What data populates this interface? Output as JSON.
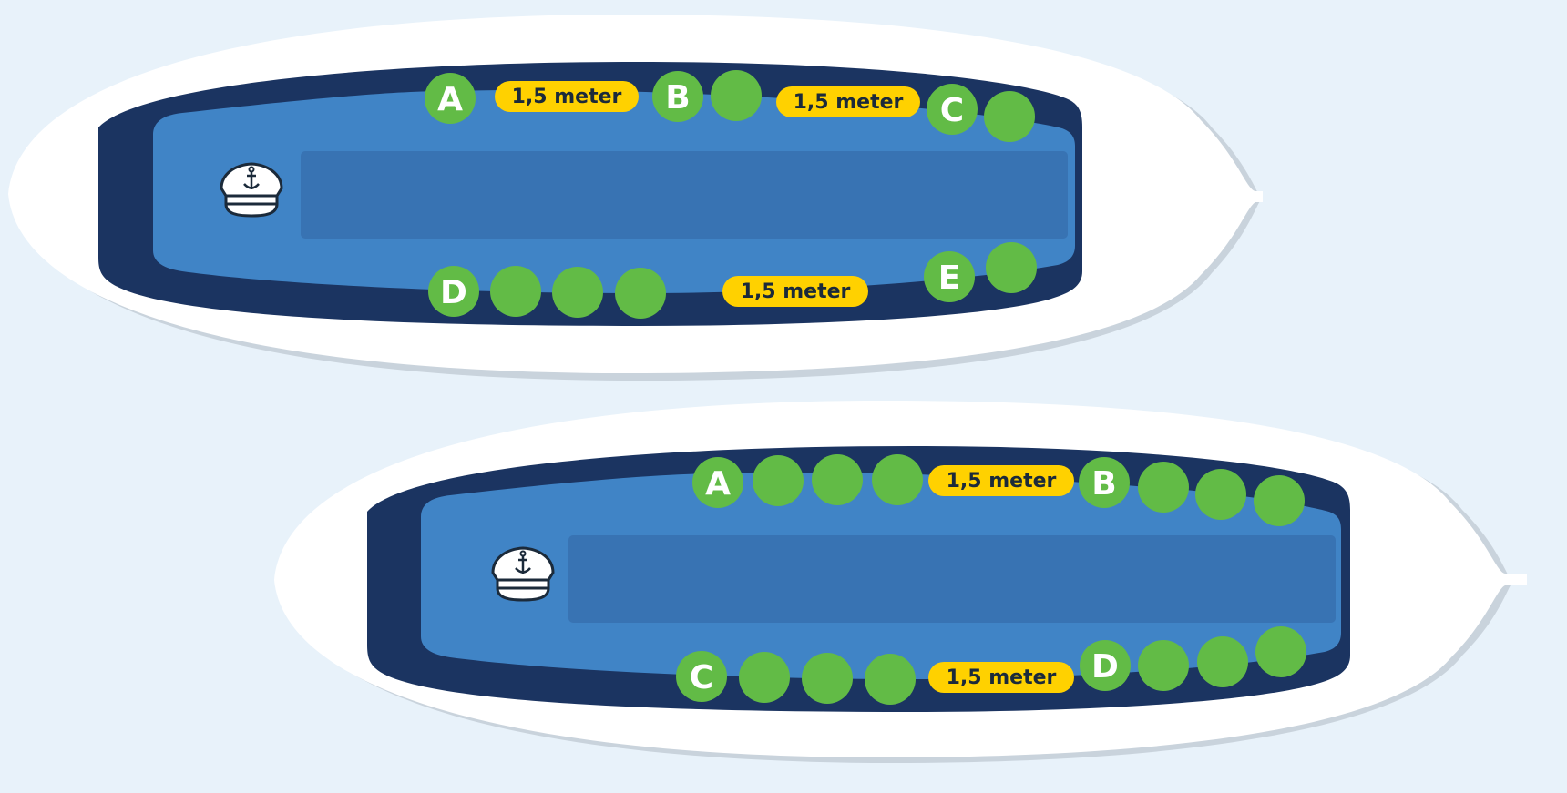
{
  "colors": {
    "background": "#e8f2fa",
    "hull": "#ffffff",
    "hull_shadow": "#c9d3dc",
    "deck_dark": "#1b3461",
    "deck_light": "#4084c6",
    "bench": "#3873b3",
    "seat_green": "#62bb46",
    "distance_yellow": "#ffd100",
    "distance_text": "#1b2a3a",
    "letter_text": "#ffffff"
  },
  "boats": [
    {
      "captain_icon": "captain-hat-anchor-icon",
      "top_row": [
        {
          "type": "seat",
          "letter": "A"
        },
        {
          "type": "distance",
          "label": "1,5 meter"
        },
        {
          "type": "seat",
          "letter": "B"
        },
        {
          "type": "seat",
          "letter": ""
        },
        {
          "type": "distance",
          "label": "1,5 meter"
        },
        {
          "type": "seat",
          "letter": "C"
        },
        {
          "type": "seat",
          "letter": ""
        }
      ],
      "bottom_row": [
        {
          "type": "seat",
          "letter": "D"
        },
        {
          "type": "seat",
          "letter": ""
        },
        {
          "type": "seat",
          "letter": ""
        },
        {
          "type": "seat",
          "letter": ""
        },
        {
          "type": "distance",
          "label": "1,5 meter"
        },
        {
          "type": "seat",
          "letter": "E"
        },
        {
          "type": "seat",
          "letter": ""
        }
      ]
    },
    {
      "captain_icon": "captain-hat-anchor-icon",
      "top_row": [
        {
          "type": "seat",
          "letter": "A"
        },
        {
          "type": "seat",
          "letter": ""
        },
        {
          "type": "seat",
          "letter": ""
        },
        {
          "type": "seat",
          "letter": ""
        },
        {
          "type": "distance",
          "label": "1,5 meter"
        },
        {
          "type": "seat",
          "letter": "B"
        },
        {
          "type": "seat",
          "letter": ""
        },
        {
          "type": "seat",
          "letter": ""
        },
        {
          "type": "seat",
          "letter": ""
        }
      ],
      "bottom_row": [
        {
          "type": "seat",
          "letter": "C"
        },
        {
          "type": "seat",
          "letter": ""
        },
        {
          "type": "seat",
          "letter": ""
        },
        {
          "type": "seat",
          "letter": ""
        },
        {
          "type": "distance",
          "label": "1,5 meter"
        },
        {
          "type": "seat",
          "letter": "D"
        },
        {
          "type": "seat",
          "letter": ""
        },
        {
          "type": "seat",
          "letter": ""
        },
        {
          "type": "seat",
          "letter": ""
        }
      ]
    }
  ]
}
